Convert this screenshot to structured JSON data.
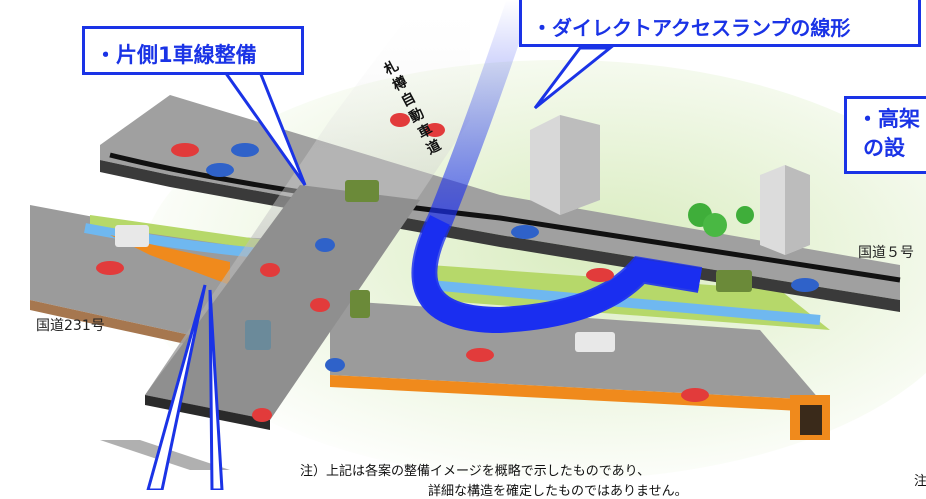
{
  "callouts": {
    "one_lane": "・片側1車線整備",
    "direct_access": "・ダイレクトアクセスランプの線形",
    "elevated_line1": "・高架",
    "elevated_line2": "の設"
  },
  "road_labels": {
    "sapporo_expressway": "札樽自動車道",
    "route231": "国道231号",
    "route5": "国道５号"
  },
  "notes": {
    "line1": "注）上記は各案の整備イメージを概略で示したものであり、",
    "line2": "詳細な構造を確定したものではありません。",
    "right_edge": "注"
  },
  "colors": {
    "callout_border": "#1a33e6",
    "callout_text": "#1a33e6",
    "ramp": "#1a2ef0",
    "road": "#9a9a9a",
    "grass": "#b5d96a",
    "water": "#6fb8f0",
    "tunnel": "#f08a1c"
  }
}
